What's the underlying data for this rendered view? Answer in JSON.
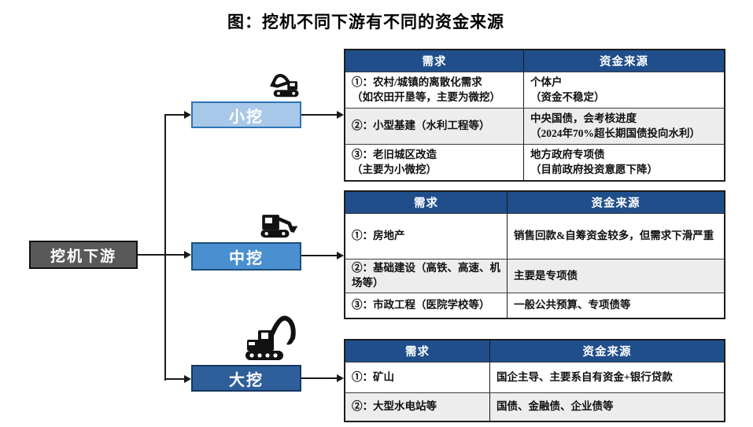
{
  "title": "图：挖机不同下游有不同的资金来源",
  "root": {
    "label": "挖机下游"
  },
  "branches": [
    {
      "label": "小挖",
      "icon": "mini-excavator-icon",
      "table": {
        "headers": [
          "需求",
          "资金来源"
        ],
        "rows": [
          {
            "demand": "①：农村/城镇的离散化需求\n（如农田开垦等，主要为微挖）",
            "source": "个体户\n（资金不稳定）",
            "shaded": false
          },
          {
            "demand": "②：小型基建（水利工程等）",
            "source": "中央国债，会考核进度\n（2024年70%超长期国债投向水利）",
            "shaded": true
          },
          {
            "demand": "③：老旧城区改造\n（主要为小微挖）",
            "source": "地方政府专项债\n（目前政府投资意愿下降）",
            "shaded": false
          }
        ]
      }
    },
    {
      "label": "中挖",
      "icon": "medium-excavator-icon",
      "table": {
        "headers": [
          "需求",
          "资金来源"
        ],
        "rows": [
          {
            "demand": "①：房地产",
            "source": "销售回款&自筹资金较多，但需求下滑严重",
            "shaded": false
          },
          {
            "demand": "②：基础建设（高铁、高速、机场等）",
            "source": "主要是专项债",
            "shaded": true
          },
          {
            "demand": "③：市政工程（医院学校等）",
            "source": "一般公共预算、专项债等",
            "shaded": false
          }
        ]
      }
    },
    {
      "label": "大挖",
      "icon": "large-excavator-icon",
      "table": {
        "headers": [
          "需求",
          "资金来源"
        ],
        "rows": [
          {
            "demand": "①：矿山",
            "source": "国企主导、主要系自有资金+银行贷款",
            "shaded": false
          },
          {
            "demand": "②：大型水电站等",
            "source": "国债、金融债、企业债等",
            "shaded": true
          }
        ]
      }
    }
  ],
  "colors": {
    "header_navy": "#1F4E8B",
    "row_shaded": "#EDEDED",
    "box_small_bg": "#A7C8E8",
    "box_small_border": "#2E74B5",
    "box_medium_bg": "#4A8FD0",
    "box_medium_border": "#1F4E79",
    "box_large_bg": "#2E5F9B",
    "box_large_border": "#17375E",
    "root_bg": "#595959",
    "root_border": "#111111",
    "line": "#1a1a1a"
  }
}
